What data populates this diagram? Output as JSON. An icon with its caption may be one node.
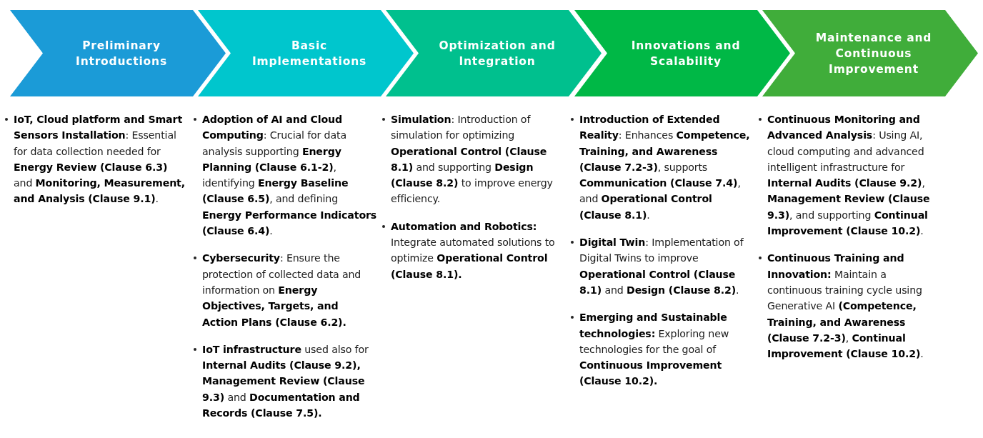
{
  "diagram": {
    "nodes": [
      {
        "text": [
          "Preliminary Introductions"
        ],
        "beside": [
          "**IoT, Cloud platform and Smart Sensors Installation**: Essential for data collection needed for **Energy Review (Clause 6.3)** and **Monitoring, Measurement, and Analysis (Clause 9.1)**."
        ]
      },
      {
        "text": [
          "Basic Implementations"
        ],
        "beside": [
          "**Adoption of AI and Cloud Computing**: Crucial for data analysis supporting **Energy Planning (Clause 6.1-2)**, identifying **Energy Baseline (Clause 6.5)**, and defining **Energy Performance Indicators (Clause 6.4)**.",
          "**Cybersecurity**: Ensure the protection of collected data and information on **Energy Objectives, Targets, and Action Plans (Clause 6.2).**",
          "**IoT infrastructure** used also for **Internal Audits (Clause 9.2), Management Review (Clause 9.3)** and **Documentation and Records (Clause 7.5).**"
        ]
      },
      {
        "text": [
          "Optimization and Integration"
        ],
        "beside": [
          "**Simulation**: Introduction of simulation for optimizing **Operational Control (Clause 8.1)** and supporting **Design (Clause 8.2)** to improve energy efficiency.",
          "**Automation and Robotics:** Integrate automated solutions to optimize **Operational Control (Clause 8.1).**"
        ]
      },
      {
        "text": [
          "Innovations and Scalability"
        ],
        "beside": [
          "**Introduction of Extended Reality**: Enhances **Competence, Training, and Awareness (Clause 7.2-3)**, supports **Communication (Clause 7.4)**, and **Operational Control (Clause 8.1)**.",
          "**Digital Twin**: Implementation of Digital Twins to improve **Operational Control (Clause 8.1)** and **Design (Clause 8.2)**.",
          "**Emerging and Sustainable technologies:** Exploring new technologies for the goal of **Continuous Improvement (Clause 10.2).**"
        ]
      },
      {
        "text": [
          "Maintenance and Continuous Improvement"
        ],
        "beside": [
          "**Continuous Monitoring and Advanced Analysis**: Using AI, cloud computing and advanced intelligent infrastructure for **Internal Audits (Clause 9.2)**, **Management Review (Clause 9.3)**, and supporting **Continual Improvement (Clause 10.2)**.",
          "**Continuous Training and Innovation:** Maintain a continuous training cycle using Generative AI **(Competence, Training, and Awareness (Clause 7.2-3)**, **Continual Improvement (Clause 10.2)**."
        ]
      }
    ]
  }
}
